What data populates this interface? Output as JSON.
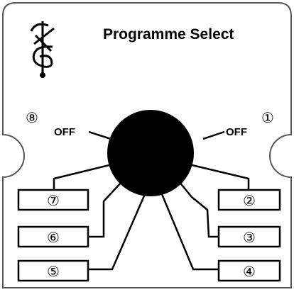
{
  "panel": {
    "title": "Programme Select",
    "logo_name": "treble-clef-logo"
  },
  "selector": {
    "off_label_left": "OFF",
    "off_label_right": "OFF",
    "position_8": "⑧",
    "position_1": "①",
    "buttons": [
      {
        "id": 7,
        "label": "⑦"
      },
      {
        "id": 6,
        "label": "⑥"
      },
      {
        "id": 5,
        "label": "⑤"
      },
      {
        "id": 2,
        "label": "②"
      },
      {
        "id": 3,
        "label": "③"
      },
      {
        "id": 4,
        "label": "④"
      }
    ]
  }
}
